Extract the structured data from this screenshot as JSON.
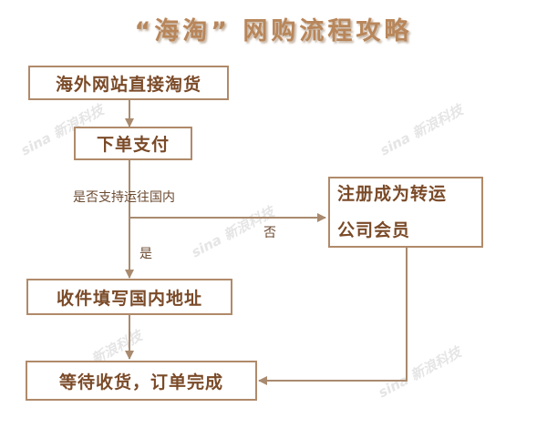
{
  "title": "“海淘” 网购流程攻略",
  "nodes": {
    "n1": "海外网站直接淘货",
    "n2": "下单支付",
    "n3_line1": "注册成为转运",
    "n3_line2": "公司会员",
    "n4": "收件填写国内地址",
    "n5": "等待收货，订单完成"
  },
  "labels": {
    "decision": "是否支持运往国内",
    "no": "否",
    "yes": "是"
  },
  "watermark": "sina 新浪科技",
  "colors": {
    "title": "#b8865a",
    "border": "#b08a6a",
    "text": "#7a4a28",
    "arrow": "#a98a6e"
  }
}
